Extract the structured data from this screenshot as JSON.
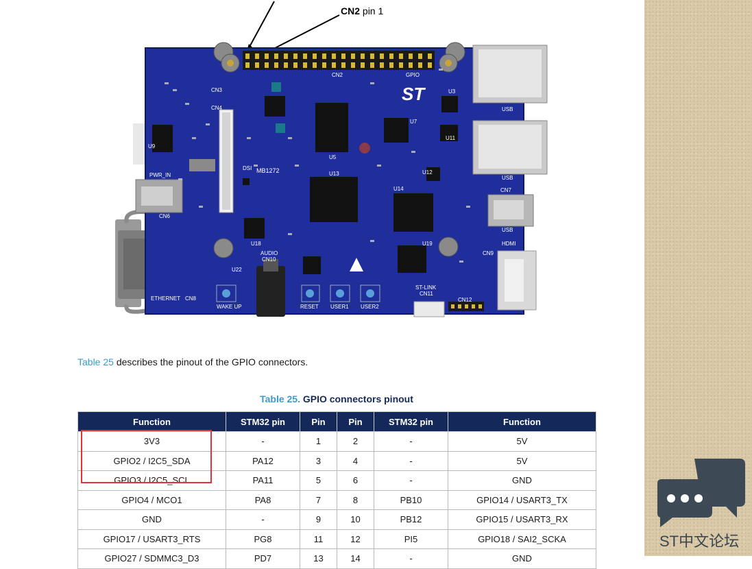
{
  "figure": {
    "callout_bold": "CN2",
    "callout_rest": " pin 1",
    "board_labels": {
      "cn2": "CN2",
      "gpio": "GPIO",
      "usb1": "USB",
      "usb2": "USB",
      "usb3": "USB",
      "cn7": "CN7",
      "hdmi": "HDMI",
      "cn9": "CN9",
      "pwr_in": "PWR_IN",
      "cn6": "CN6",
      "dsi": "DSI",
      "mb": "MB1272",
      "u5": "U5",
      "u13": "U13",
      "u14": "U14",
      "u19": "U19",
      "u18": "U18",
      "u22": "U22",
      "u3": "U3",
      "u7": "U7",
      "u11": "U11",
      "u12": "U12",
      "audio": "AUDIO",
      "cn10": "CN10",
      "wake_up": "WAKE UP",
      "reset": "RESET",
      "user1": "USER1",
      "user2": "USER2",
      "st_link": "ST-LINK",
      "cn11": "CN11",
      "cn12": "CN12",
      "ethernet": "ETHERNET",
      "cn8": "CN8",
      "cn3": "CN3",
      "cn4": "CN4",
      "u9": "U9",
      "st_logo": "ST"
    }
  },
  "lead": {
    "link": "Table 25",
    "text": " describes the pinout of the GPIO connectors."
  },
  "caption": {
    "num": "Table 25.",
    "title": " GPIO connectors pinout"
  },
  "table": {
    "headers": [
      "Function",
      "STM32 pin",
      "Pin",
      "Pin",
      "STM32 pin",
      "Function"
    ],
    "rows": [
      [
        "3V3",
        "-",
        "1",
        "2",
        "-",
        "5V"
      ],
      [
        "GPIO2 / I2C5_SDA",
        "PA12",
        "3",
        "4",
        "-",
        "5V"
      ],
      [
        "GPIO3 / I2C5_SCL",
        "PA11",
        "5",
        "6",
        "-",
        "GND"
      ],
      [
        "GPIO4 / MCO1",
        "PA8",
        "7",
        "8",
        "PB10",
        "GPIO14 / USART3_TX"
      ],
      [
        "GND",
        "-",
        "9",
        "10",
        "PB12",
        "GPIO15 / USART3_RX"
      ],
      [
        "GPIO17 / USART3_RTS",
        "PG8",
        "11",
        "12",
        "PI5",
        "GPIO18 / SAI2_SCKA"
      ],
      [
        "GPIO27 / SDMMC3_D3",
        "PD7",
        "13",
        "14",
        "-",
        "GND"
      ]
    ]
  },
  "watermark": {
    "text": "ST中文论坛"
  },
  "colors": {
    "header_bg": "#14295a",
    "link": "#3a9bc8",
    "highlight": "#e0323a",
    "board": "#1f2e9a"
  }
}
